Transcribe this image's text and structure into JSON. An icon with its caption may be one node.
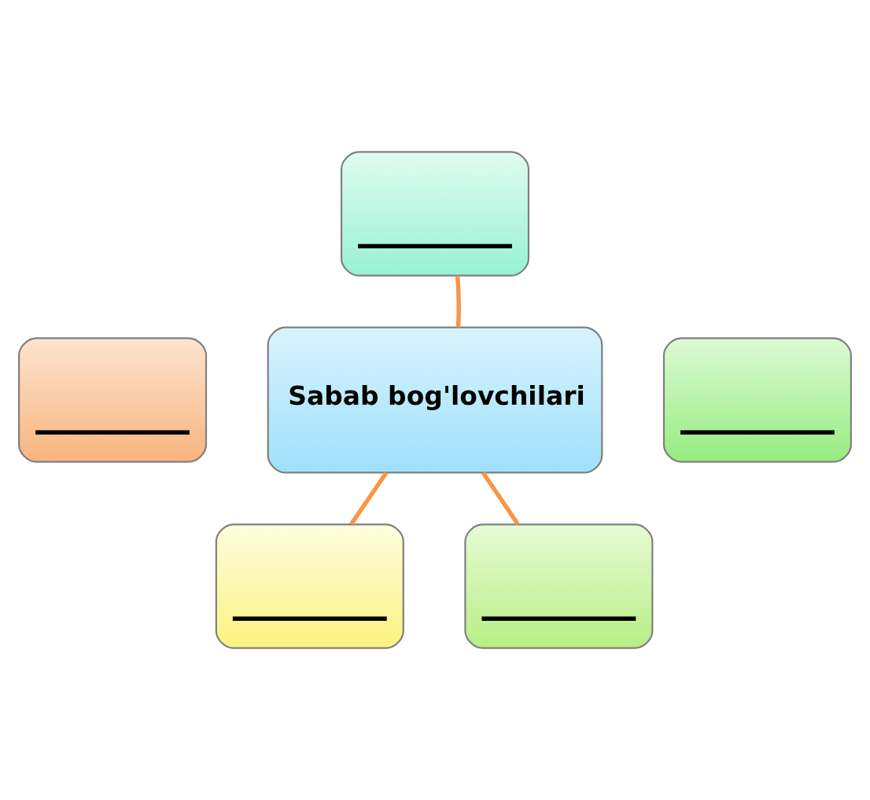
{
  "diagram": {
    "nodes": [
      {
        "text": [],
        "shape": "box"
      },
      {
        "text": [],
        "shape": "box"
      },
      {
        "text": [
          "Sabab bog'lovchilari"
        ]
      },
      {
        "text": [],
        "shape": "box"
      },
      {
        "text": [],
        "shape": "box"
      },
      {
        "text": [],
        "shape": "box"
      }
    ],
    "edges": [
      {
        "from": 2,
        "to": 0,
        "arrow": "none"
      },
      {
        "from": 2,
        "to": 4,
        "arrow": "none"
      },
      {
        "from": 2,
        "to": 5,
        "arrow": "none"
      }
    ]
  }
}
